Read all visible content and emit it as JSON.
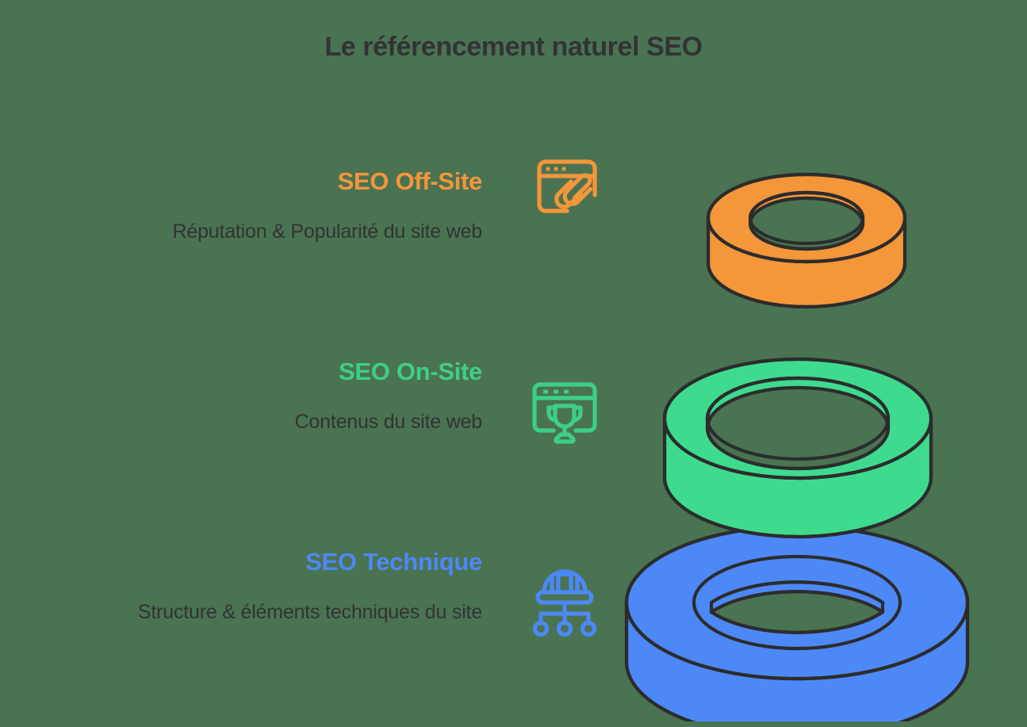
{
  "page": {
    "title": "Le référencement naturel SEO",
    "background_color": "#4a7352",
    "text_color": "#333333"
  },
  "layers": [
    {
      "id": "offsite",
      "heading": "SEO Off-Site",
      "subtitle": "Réputation & Popularité du site web",
      "color": "#f4963a",
      "ring_color": "#f4963a",
      "icon": "browser-link-icon"
    },
    {
      "id": "onsite",
      "heading": "SEO On-Site",
      "subtitle": "Contenus du site web",
      "color": "#3ecf87",
      "ring_color": "#3edb8e",
      "icon": "browser-trophy-icon"
    },
    {
      "id": "technique",
      "heading": "SEO Technique",
      "subtitle": "Structure & éléments techniques du site",
      "color": "#4d88f7",
      "ring_color": "#4d88f7",
      "icon": "hardhat-sitemap-icon"
    }
  ],
  "diagram": {
    "type": "stacked-rings",
    "outline_color": "#2c2c2c",
    "ring_count": 3,
    "order_top_to_bottom": [
      "offsite",
      "onsite",
      "technique"
    ]
  }
}
